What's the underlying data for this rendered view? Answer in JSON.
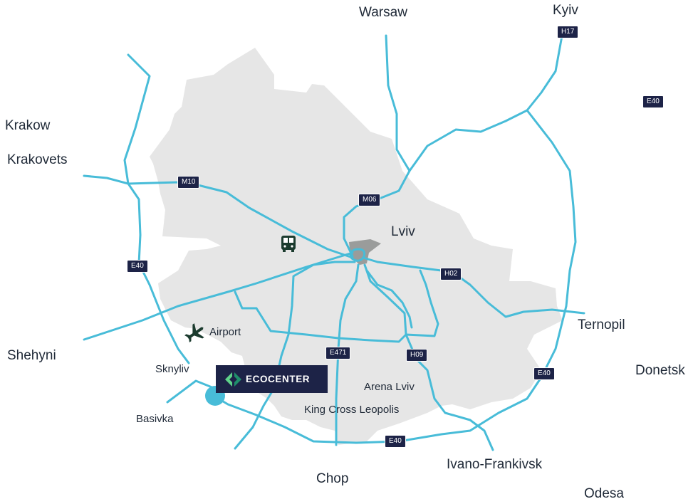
{
  "map": {
    "colors": {
      "region_fill": "#e6e6e6",
      "road_stroke": "#48bcd8",
      "center_fill": "#9a9c9b",
      "badge_bg": "#1d2347",
      "marker_fill": "#48bcd8"
    },
    "cities": {
      "warsaw": "Warsaw",
      "kyiv": "Kyiv",
      "krakow": "Krakow",
      "krakovets": "Krakovets",
      "lviv": "Lviv",
      "ternopil": "Ternopil",
      "shehyni": "Shehyni",
      "donetsk": "Donetsk",
      "chop": "Chop",
      "ivano_frankivsk": "Ivano-Frankivsk",
      "odesa": "Odesa"
    },
    "places": {
      "airport": "Airport",
      "skynyliv": "Sknyliv",
      "basivka": "Basivka",
      "arena": "Arena Lviv",
      "king_cross": "King Cross Leopolis"
    },
    "road_badges": {
      "h17": "H17",
      "e40_ne": "E40",
      "m10": "M10",
      "m06": "M06",
      "e40_w": "E40",
      "h02": "H02",
      "e471": "E471",
      "h09": "H09",
      "e40_se": "E40",
      "e40_s": "E40"
    },
    "icons": {
      "bus": "bus-icon",
      "airplane": "airplane-icon",
      "location": "location-marker-icon"
    },
    "ecocenter": {
      "label": "ECOCENTER",
      "logo_colors": [
        "#1f8f6b",
        "#5fd38a"
      ]
    }
  }
}
